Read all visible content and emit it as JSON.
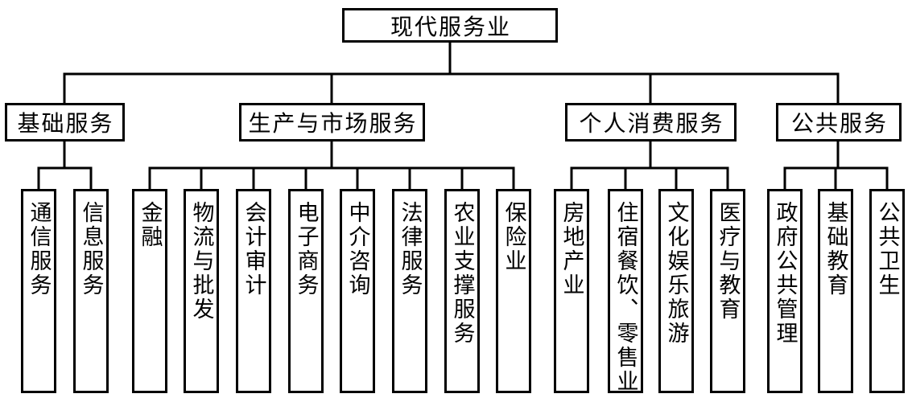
{
  "diagram": {
    "root": {
      "label": "现代服务业"
    },
    "groups": [
      {
        "label": "基础服务",
        "children": [
          "通信服务",
          "信息服务"
        ]
      },
      {
        "label": "生产与市场服务",
        "children": [
          "金融",
          "物流与批发",
          "会计审计",
          "电子商务",
          "中介咨询",
          "法律服务",
          "农业支撑服务",
          "保险业"
        ]
      },
      {
        "label": "个人消费服务",
        "children": [
          "房地产业",
          "住宿餐饮、零售业",
          "文化娱乐旅游",
          "医疗与教育"
        ]
      },
      {
        "label": "公共服务",
        "children": [
          "政府公共管理",
          "基础教育",
          "公共卫生"
        ]
      }
    ],
    "colors": {
      "line": "#000000",
      "box_border": "#000000",
      "box_fill": "#ffffff",
      "text": "#000000",
      "background": "#ffffff"
    }
  }
}
